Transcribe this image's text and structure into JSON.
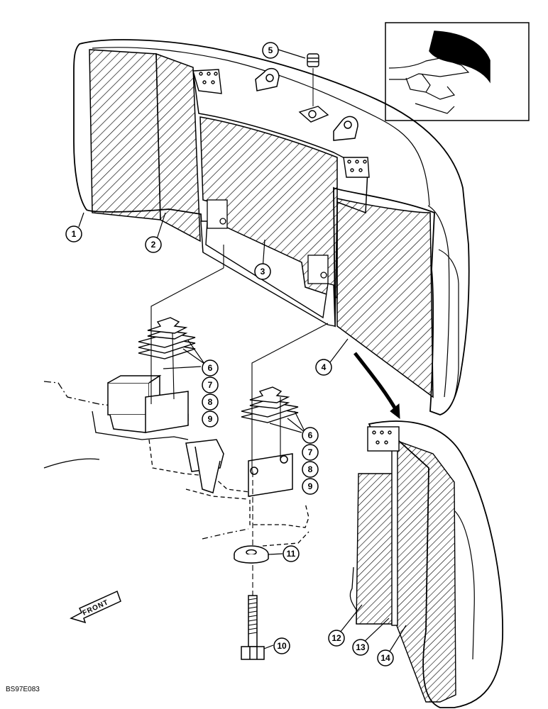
{
  "diagram": {
    "figure_code": "BS97E083",
    "front_label": "FRONT",
    "callouts": {
      "c1": "1",
      "c2": "2",
      "c3": "3",
      "c4": "4",
      "c5": "5",
      "c6a": "6",
      "c7a": "7",
      "c8a": "8",
      "c9a": "9",
      "c6b": "6",
      "c7b": "7",
      "c8b": "8",
      "c9b": "9",
      "c10": "10",
      "c11": "11",
      "c12": "12",
      "c13": "13",
      "c14": "14"
    }
  }
}
